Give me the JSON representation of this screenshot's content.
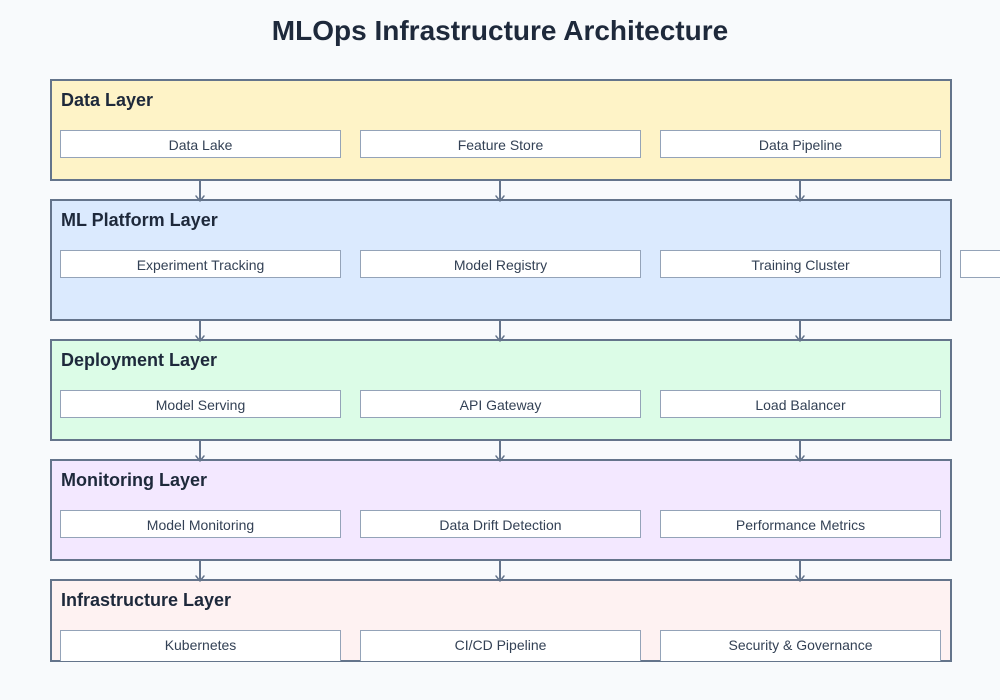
{
  "diagram": {
    "title": "MLOps Infrastructure Architecture",
    "colors": {
      "background": "#f8fafc",
      "border": "#64748b",
      "arrow": "#64748b",
      "component_border": "#94a3b8"
    },
    "layers": [
      {
        "name": "Data Layer",
        "fill": "#fef3c7",
        "components": [
          "Data Lake",
          "Feature Store",
          "Data Pipeline"
        ]
      },
      {
        "name": "ML Platform Layer",
        "fill": "#dbeafe",
        "components": [
          "Experiment Tracking",
          "Model Registry",
          "Training Cluster",
          ""
        ]
      },
      {
        "name": "Deployment Layer",
        "fill": "#dcfce7",
        "components": [
          "Model Serving",
          "API Gateway",
          "Load Balancer"
        ]
      },
      {
        "name": "Monitoring Layer",
        "fill": "#f3e8ff",
        "components": [
          "Model Monitoring",
          "Data Drift Detection",
          "Performance Metrics"
        ]
      },
      {
        "name": "Infrastructure Layer",
        "fill": "#fef2f2",
        "components": [
          "Kubernetes",
          "CI/CD Pipeline",
          "Security & Governance"
        ]
      }
    ]
  }
}
